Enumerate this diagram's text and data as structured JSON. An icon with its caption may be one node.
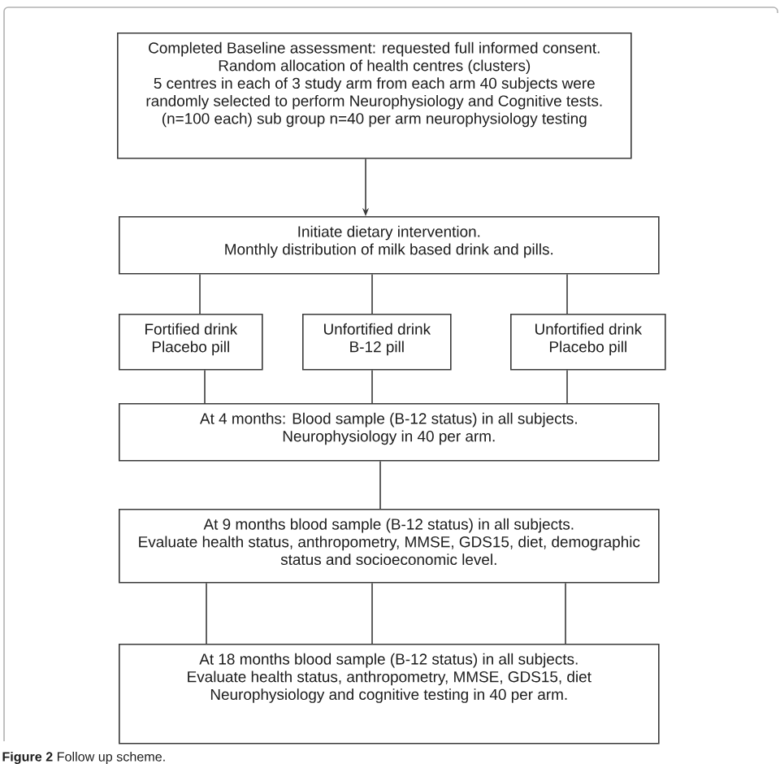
{
  "diagram": {
    "caption": "**Figure 2** Follow up scheme.",
    "nodes": [
      {
        "text": [
          "Completed Baseline assessment: requested full informed consent.",
          "Random allocation of health centres (clusters)",
          "5 centres in each of 3 study arm from each arm 40 subjects were randomly selected to perform Neurophysiology and Cognitive tests.",
          "(n=100 each) sub group n=40 per arm neurophysiology testing"
        ]
      },
      {
        "text": [
          "Initiate dietary intervention.",
          "Monthly distribution of milk based drink and pills."
        ]
      },
      {
        "text": [
          "Fortified drink",
          "Placebo pill"
        ]
      },
      {
        "text": [
          "Unfortified drink",
          "B-12 pill"
        ]
      },
      {
        "text": [
          "Unfortified drink",
          "Placebo pill"
        ]
      },
      {
        "text": [
          "At 4 months: Blood sample (B-12 status) in all subjects.",
          "Neurophysiology in 40 per arm."
        ]
      },
      {
        "text": [
          "At 9 months blood sample (B-12 status) in all subjects.",
          "Evaluate health status, anthropometry, MMSE, GDS15, diet, demographic status and socioeconomic level."
        ]
      },
      {
        "text": [
          "At 18 months blood sample (B-12 status) in all subjects.",
          "Evaluate health status, anthropometry, MMSE, GDS15, diet",
          "Neurophysiology and cognitive testing in 40 per arm."
        ]
      }
    ],
    "edges": [
      {
        "from": 0,
        "to": 1,
        "arrow": "to"
      },
      {
        "from": 1,
        "to": 2,
        "arrow": "none"
      },
      {
        "from": 1,
        "to": 3,
        "arrow": "none"
      },
      {
        "from": 1,
        "to": 4,
        "arrow": "none"
      },
      {
        "from": 2,
        "to": 5,
        "arrow": "none"
      },
      {
        "from": 3,
        "to": 5,
        "arrow": "none"
      },
      {
        "from": 4,
        "to": 5,
        "arrow": "none"
      },
      {
        "from": 5,
        "to": 6,
        "arrow": "none"
      },
      {
        "from": 6,
        "to": 7,
        "arrow": "none"
      },
      {
        "from": 6,
        "to": 7,
        "arrow": "none"
      },
      {
        "from": 6,
        "to": 7,
        "arrow": "none"
      }
    ]
  }
}
